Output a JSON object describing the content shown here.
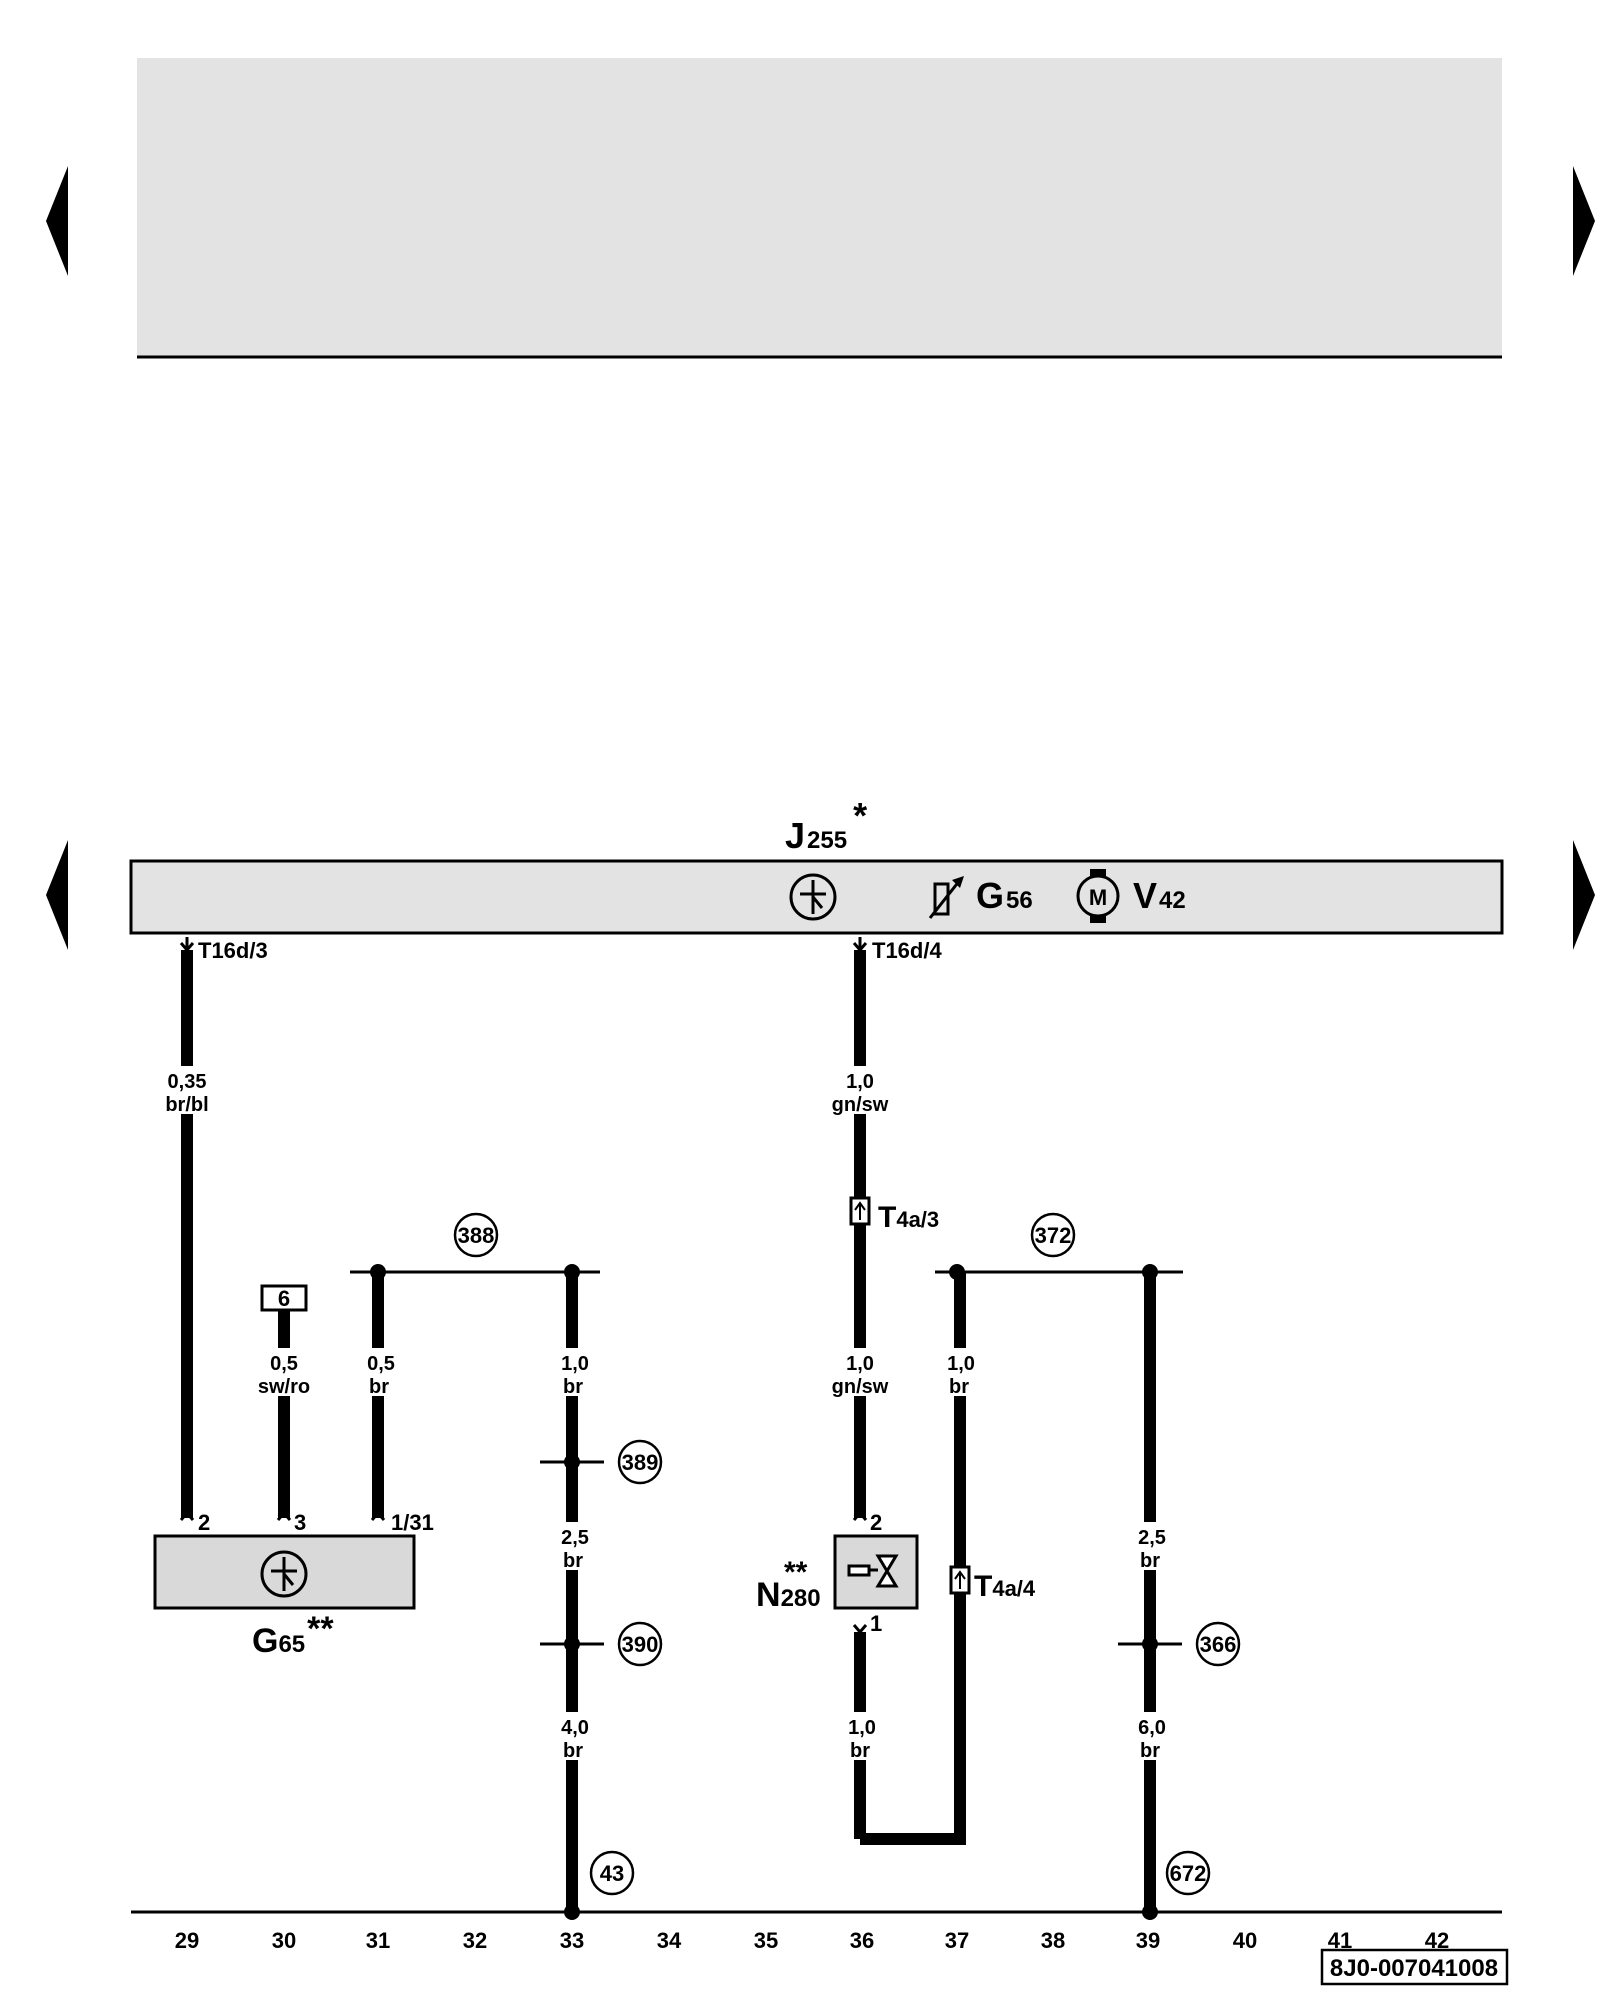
{
  "component_labels": {
    "J255": {
      "main": "J",
      "sub": "255",
      "sup": "*"
    },
    "G56": {
      "main": "G",
      "sub": "56"
    },
    "V42": {
      "main": "V",
      "sub": "42"
    },
    "M": "M",
    "G65": {
      "main": "G",
      "sub": "65",
      "sup": "**"
    },
    "N280": {
      "main": "N",
      "sub": "280",
      "sup": "**"
    }
  },
  "connector_labels": {
    "t16d3": "T16d/3",
    "t16d4": "T16d/4",
    "t4a3": {
      "main": "T",
      "sub": "4a/3"
    },
    "t4a4": {
      "main": "T",
      "sub": "4a/4"
    },
    "g65_pin2": "2",
    "g65_pin3": "3",
    "g65_pin131": "1/31",
    "n280_pin2": "2",
    "n280_pin1": "1"
  },
  "fuse_label": "6",
  "wire_specs": {
    "w1": [
      "0,35",
      "br/bl"
    ],
    "w2": [
      "1,0",
      "gn/sw"
    ],
    "w3": [
      "0,5",
      "sw/ro"
    ],
    "w4": [
      "0,5",
      "br"
    ],
    "w5": [
      "1,0",
      "br"
    ],
    "w6": [
      "1,0",
      "gn/sw"
    ],
    "w7": [
      "1,0",
      "br"
    ],
    "w8": [
      "2,5",
      "br"
    ],
    "w9": [
      "2,5",
      "br"
    ],
    "w10": [
      "4,0",
      "br"
    ],
    "w11": [
      "1,0",
      "br"
    ],
    "w12": [
      "6,0",
      "br"
    ]
  },
  "references": {
    "r388": "388",
    "r372": "372",
    "r389": "389",
    "r390": "390",
    "r366": "366",
    "r43": "43",
    "r672": "672"
  },
  "columns": [
    "29",
    "30",
    "31",
    "32",
    "33",
    "34",
    "35",
    "36",
    "37",
    "38",
    "39",
    "40",
    "41",
    "42"
  ],
  "doc_number": "8J0-007041008",
  "colors": {
    "panel_fill": "#e3e3e3",
    "component_fill": "#d9d9d9",
    "ink": "#000000"
  }
}
